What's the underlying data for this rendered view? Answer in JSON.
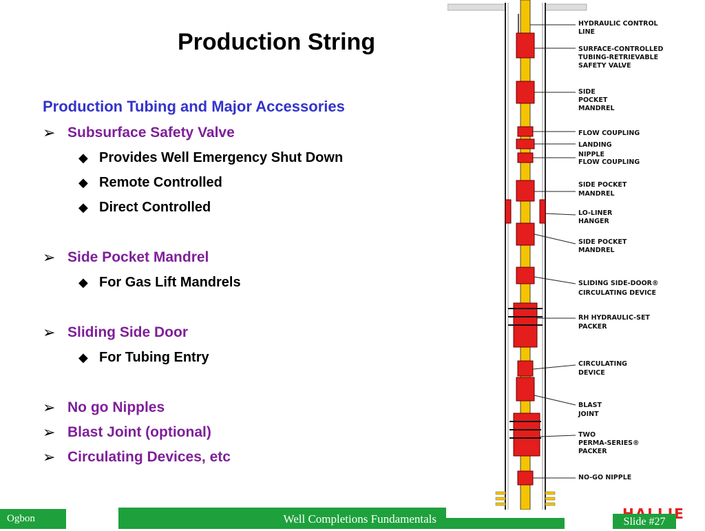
{
  "slide": {
    "title": "Production String",
    "heading": "Production Tubing and Major Accessories",
    "items": [
      {
        "label": "Subsurface Safety Valve",
        "subitems": [
          "Provides Well Emergency Shut Down",
          "Remote Controlled",
          "Direct Controlled"
        ]
      },
      {
        "label": "Side Pocket Mandrel",
        "subitems": [
          "For Gas Lift Mandrels"
        ]
      },
      {
        "label": "Sliding Side Door",
        "subitems": [
          "For Tubing Entry"
        ]
      },
      {
        "label": "No go Nipples"
      },
      {
        "label": "Blast Joint (optional)"
      },
      {
        "label": "Circulating Devices, etc"
      }
    ]
  },
  "diagram": {
    "labels": [
      [
        "HYDRAULIC CONTROL",
        "LINE"
      ],
      [
        "SURFACE-CONTROLLED",
        "TUBING-RETRIEVABLE",
        "SAFETY VALVE"
      ],
      [
        "SIDE",
        "POCKET",
        "MANDREL"
      ],
      [
        "FLOW COUPLING"
      ],
      [
        "LANDING",
        "NIPPLE"
      ],
      [
        "FLOW COUPLING"
      ],
      [
        "SIDE POCKET",
        "MANDREL"
      ],
      [
        "LO-LINER",
        "HANGER"
      ],
      [
        "SIDE POCKET",
        "MANDREL"
      ],
      [
        "SLIDING SIDE-DOOR®",
        "CIRCULATING DEVICE"
      ],
      [
        "RH HYDRAULIC-SET",
        "PACKER"
      ],
      [
        "CIRCULATING",
        "DEVICE"
      ],
      [
        "BLAST",
        "JOINT"
      ],
      [
        "TWO",
        "PERMA-SERIES®",
        "PACKER"
      ],
      [
        "NO-GO NIPPLE"
      ]
    ]
  },
  "footer": {
    "author": "Ogbon",
    "course": "Well Completions Fundamentals",
    "slide_number": "Slide #27",
    "logo_text": "HALLIE"
  },
  "colors": {
    "accent_green": "#1ea13d",
    "heading_blue": "#3333cc",
    "bullet_purple": "#7f1f99",
    "tool_red": "#e41d1d",
    "tubing_yellow": "#f5c400"
  }
}
